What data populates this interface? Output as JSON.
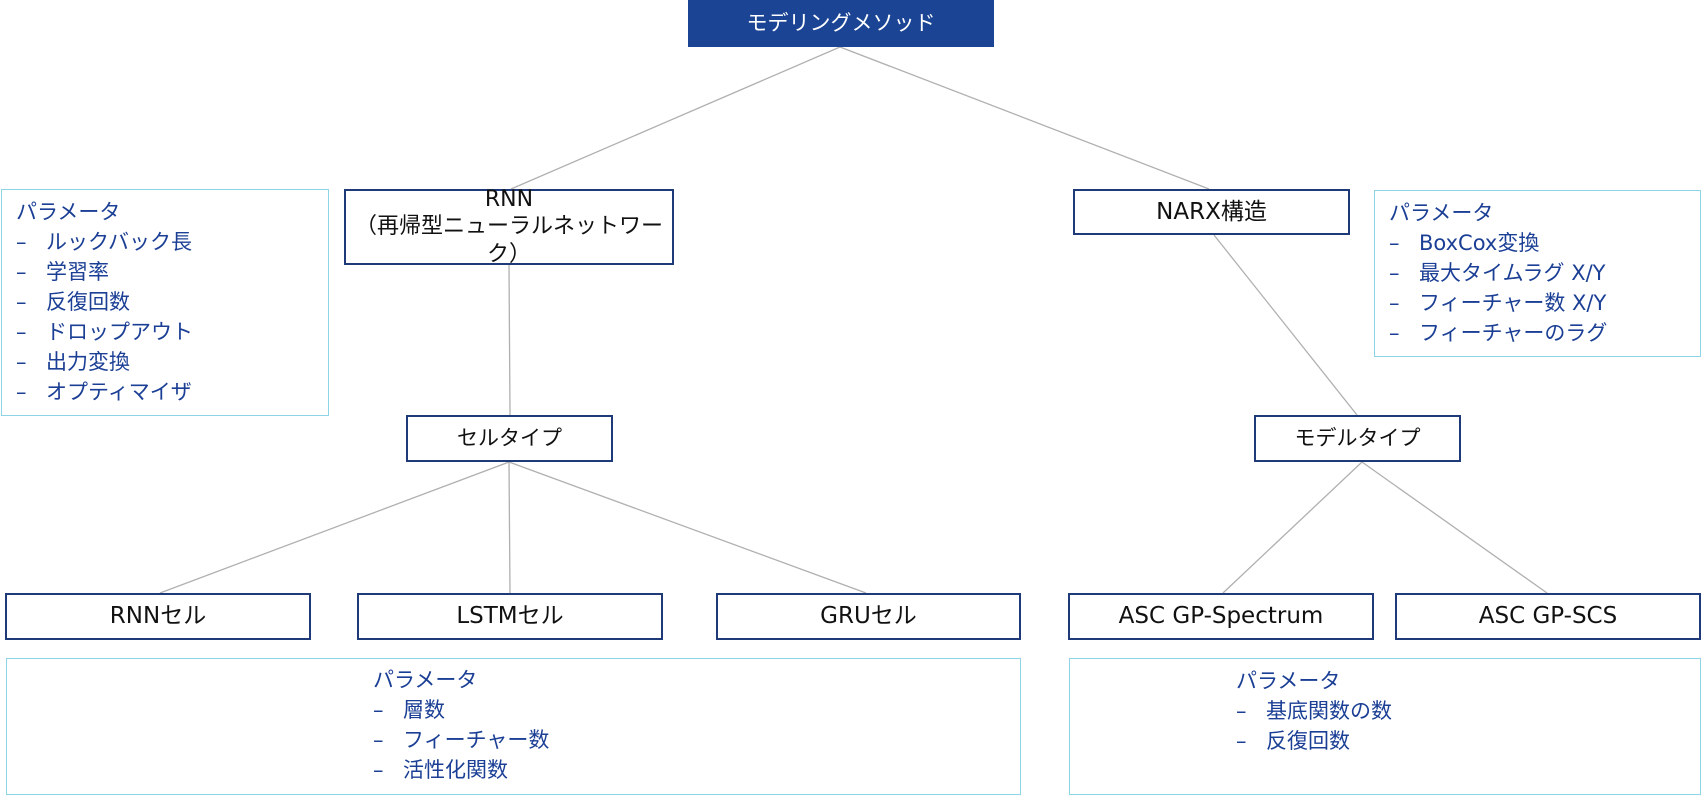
{
  "root": {
    "label": "モデリングメソッド"
  },
  "rnn": {
    "line1": "RNN",
    "line2": "（再帰型ニューラルネットワーク）"
  },
  "narx": {
    "label": "NARX構造"
  },
  "cell_type": {
    "label": "セルタイプ"
  },
  "model_type": {
    "label": "モデルタイプ"
  },
  "cells": [
    "RNNセル",
    "LSTMセル",
    "GRUセル"
  ],
  "models": [
    "ASC GP-Spectrum",
    "ASC GP-SCS"
  ],
  "params_rnn": {
    "title": "パラメータ",
    "items": [
      "ルックバック長",
      "学習率",
      "反復回数",
      "ドロップアウト",
      "出力変換",
      "オプティマイザ"
    ]
  },
  "params_narx": {
    "title": "パラメータ",
    "items": [
      "BoxCox変換",
      "最大タイムラグ X/Y",
      "フィーチャー数 X/Y",
      "フィーチャーのラグ"
    ]
  },
  "params_cells": {
    "title": "パラメータ",
    "items": [
      "層数",
      "フィーチャー数",
      "活性化関数"
    ]
  },
  "params_models": {
    "title": "パラメータ",
    "items": [
      "基底関数の数",
      "反復回数"
    ]
  },
  "bullet": "–",
  "colors": {
    "root_fill": "#1b4495",
    "node_border": "#1f3a78",
    "param_border": "#8fd3e6",
    "param_text": "#1b3f95",
    "connector": "#b0b0b0"
  }
}
